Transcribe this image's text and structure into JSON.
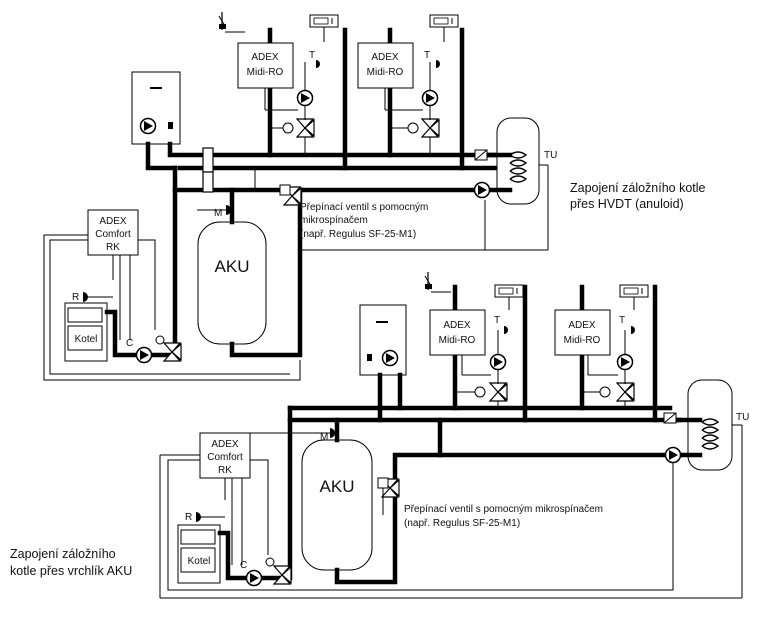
{
  "top": {
    "controllers": [
      {
        "line1": "ADEX",
        "line2": "Midi-RO"
      },
      {
        "line1": "ADEX",
        "line2": "Midi-RO"
      }
    ],
    "comfort": {
      "line1": "ADEX",
      "line2": "Comfort",
      "line3": "RK"
    },
    "tank_label": "AKU",
    "boiler_label": "Kotel",
    "sensor_t": "T",
    "sensor_m": "M",
    "sensor_r": "R",
    "sensor_c": "C",
    "sensor_tu": "TU",
    "valve_note": {
      "line1": "Přepínací ventil s pomocným",
      "line2": "mikrospínačem",
      "line3": "(např. Regulus SF-25-M1)"
    },
    "caption": {
      "line1": "Zapojení záložního kotle",
      "line2": "přes HVDT (anuloid)"
    }
  },
  "bottom": {
    "controllers": [
      {
        "line1": "ADEX",
        "line2": "Midi-RO"
      },
      {
        "line1": "ADEX",
        "line2": "Midi-RO"
      }
    ],
    "comfort": {
      "line1": "ADEX",
      "line2": "Comfort",
      "line3": "RK"
    },
    "tank_label": "AKU",
    "boiler_label": "Kotel",
    "sensor_t": "T",
    "sensor_m": "M",
    "sensor_r": "R",
    "sensor_c": "C",
    "sensor_tu": "TU",
    "valve_note": {
      "line1": "Přepínací ventil s pomocným mikrospínačem",
      "line2": "(např. Regulus SF-25-M1)"
    },
    "caption": {
      "line1": "Zapojení záložního",
      "line2": "kotle přes vrchlík AKU"
    }
  }
}
